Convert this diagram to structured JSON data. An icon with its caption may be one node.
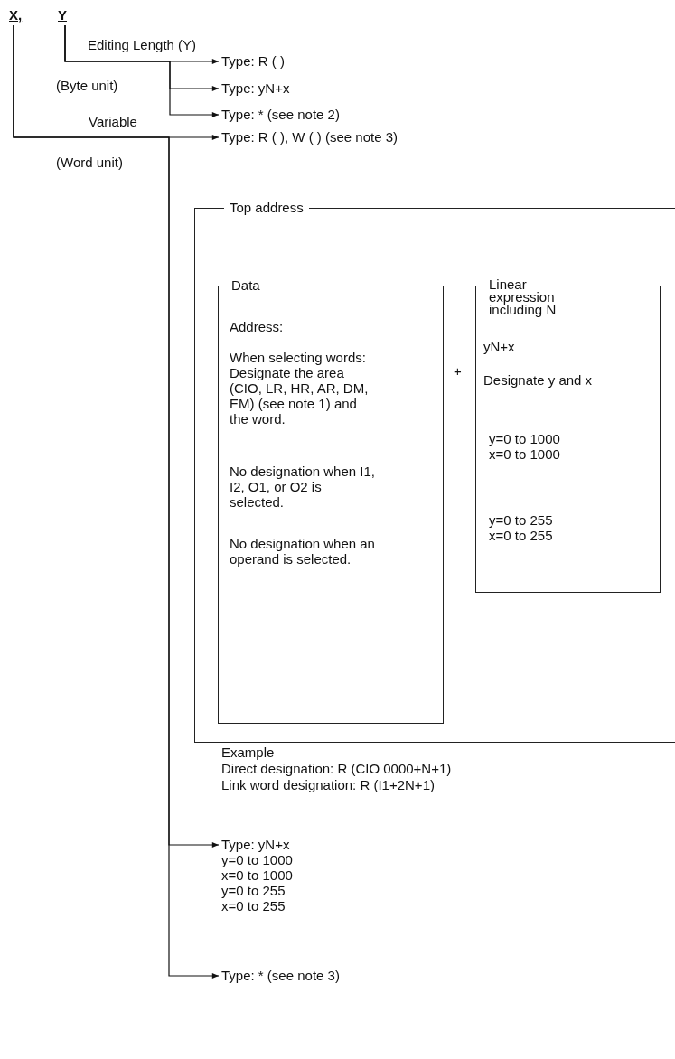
{
  "diagram": {
    "nodes": [
      {
        "text": [
          "X,"
        ]
      },
      {
        "text": [
          "Y"
        ]
      },
      {
        "text": [
          "Type: R ( )"
        ]
      },
      {
        "text": [
          "Type: yN+x"
        ]
      },
      {
        "text": [
          "Type: * (see note 2)"
        ]
      },
      {
        "text": [
          "Type: R ( ), W ( ) (see note 3)"
        ]
      },
      {
        "text": [
          "Top address"
        ]
      },
      {
        "text": [
          "Data",
          "Address:",
          "When selecting words: Designate the area (CIO, LR, HR, AR, DM, EM) (see note 1) and the word.",
          "No designation when I1, I2, O1, or O2 is selected.",
          "No designation when an operand is selected."
        ],
        "in": 6
      },
      {
        "text": [
          "Linear expression including N",
          "yN+x",
          "Designate y and x",
          "y=0 to 1000 x=0 to 1000",
          "y=0 to 255 x=0 to 255"
        ],
        "in": 6
      },
      {
        "text": [
          "Type: yN+x",
          "y=0 to 1000",
          "x=0 to 1000",
          "y=0 to 255",
          "x=0 to 255"
        ]
      },
      {
        "text": [
          "Type: * (see note 3)"
        ]
      }
    ],
    "edges": [
      {
        "from": 1,
        "to": 2,
        "arrow": "to",
        "label": "Editing Length (Y)"
      },
      {
        "from": 1,
        "to": 3,
        "arrow": "to"
      },
      {
        "from": 1,
        "to": 4,
        "arrow": "to"
      },
      {
        "from": 0,
        "to": 5,
        "arrow": "to",
        "label": "Variable"
      },
      {
        "from": 0,
        "to": 9,
        "arrow": "to"
      },
      {
        "from": 0,
        "to": 10,
        "arrow": "to"
      }
    ],
    "labels": [
      "(Byte unit)",
      "(Word unit)",
      "+",
      "Example",
      "Direct designation: R (CIO 0000+N+1)",
      "Link word designation: R (I1+2N+1)"
    ]
  }
}
